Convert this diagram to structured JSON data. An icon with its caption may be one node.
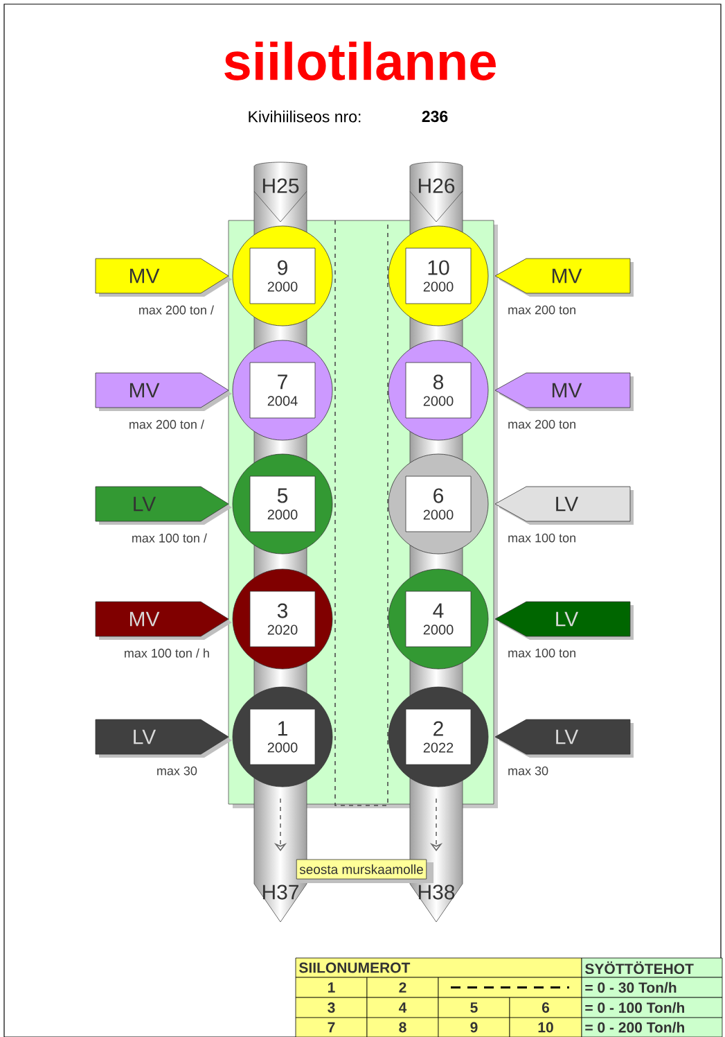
{
  "diagram": {
    "title": "siilotilanne",
    "nodes": [
      {
        "text": [
          "H25",
          "H37"
        ]
      },
      {
        "text": [
          "H26",
          "H38"
        ]
      },
      {
        "text": [
          "MV"
        ],
        "beside": [
          "max 200 ton /"
        ]
      },
      {
        "text": [
          "9",
          "2000"
        ]
      },
      {
        "text": [
          "10",
          "2000"
        ]
      },
      {
        "text": [
          "MV"
        ],
        "beside": [
          "max 200 ton"
        ]
      },
      {
        "text": [
          "MV"
        ],
        "beside": [
          "max 200 ton /"
        ]
      },
      {
        "text": [
          "7",
          "2004"
        ]
      },
      {
        "text": [
          "8",
          "2000"
        ]
      },
      {
        "text": [
          "MV"
        ],
        "beside": [
          "max 200 ton"
        ]
      },
      {
        "text": [
          "LV"
        ],
        "beside": [
          "max 100 ton /"
        ]
      },
      {
        "text": [
          "5",
          "2000"
        ]
      },
      {
        "text": [
          "6",
          "2000"
        ]
      },
      {
        "text": [
          "LV"
        ],
        "beside": [
          "max 100 ton"
        ]
      },
      {
        "text": [
          "MV"
        ],
        "beside": [
          "max 100 ton / h"
        ]
      },
      {
        "text": [
          "3",
          "2020"
        ]
      },
      {
        "text": [
          "4",
          "2000"
        ]
      },
      {
        "text": [
          "LV"
        ],
        "beside": [
          "max 100 ton"
        ]
      },
      {
        "text": [
          "LV"
        ],
        "beside": [
          "max 30"
        ]
      },
      {
        "text": [
          "1",
          "2000"
        ]
      },
      {
        "text": [
          "2",
          "2022"
        ]
      },
      {
        "text": [
          "LV"
        ],
        "beside": [
          "max 30"
        ]
      },
      {
        "text": [
          "seosta murskaamolle"
        ]
      }
    ],
    "labels": [
      "Kivihiiliseos nro:",
      "236",
      "SIILONUMEROT",
      "SYÖTTÖTEHOT",
      "1",
      "2",
      "= 0 - 30 Ton/h",
      "3",
      "4",
      "5",
      "6",
      "= 0 - 100 Ton/h",
      "7",
      "8",
      "9",
      "10",
      "= 0 - 200 Ton/h"
    ]
  }
}
